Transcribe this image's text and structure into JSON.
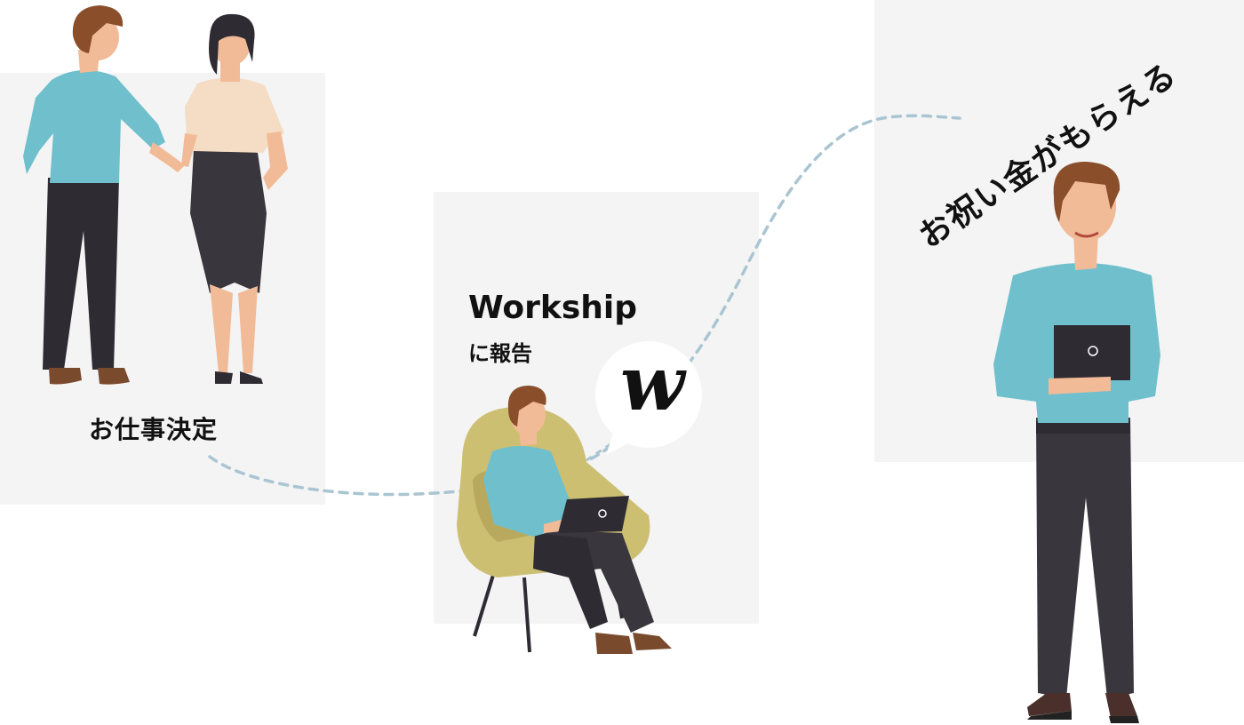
{
  "steps": {
    "step1_label": "お仕事決定",
    "brand_name": "Workship",
    "step2_label": "に報告",
    "step3_label": "お祝い金がもらえる"
  },
  "logo": {
    "glyph": "w",
    "icon": "workship-logo-icon"
  },
  "colors": {
    "panel": "#f4f4f4",
    "dashed_line": "#aac5d2",
    "shirt": "#6fc0cc",
    "trousers": "#2f2b33",
    "hair": "#8a4e2b",
    "skin": "#f2bb98",
    "chair": "#cdbf72",
    "blouse": "#f5dcc5"
  }
}
